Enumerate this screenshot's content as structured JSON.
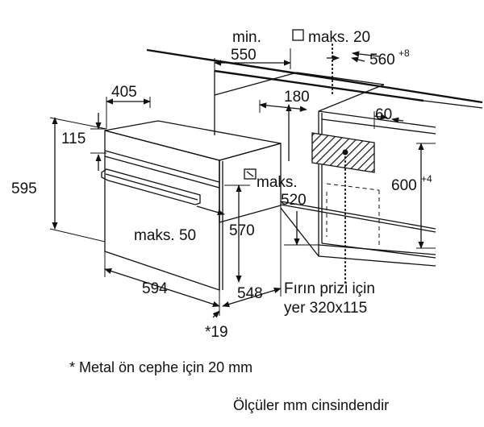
{
  "dims": {
    "min_label": "min.",
    "min_value": "550",
    "maks20": "maks. 20",
    "d560": "560",
    "d560_sup": "+8",
    "d405": "405",
    "d180": "180",
    "d60": "60",
    "d115": "115",
    "d595": "595",
    "maks_label": "maks.",
    "maks_value": "520",
    "d600": "600",
    "d600_sup": "+4",
    "d570": "570",
    "maks50": "maks. 50",
    "d594": "594",
    "d548": "548",
    "d19": "*19"
  },
  "socket": {
    "line1": "Fırın prizi için",
    "line2": "yer 320x115"
  },
  "notes": {
    "footnote": "* Metal ön cephe için 20 mm",
    "units": "Ölçüler mm cinsindendir"
  }
}
